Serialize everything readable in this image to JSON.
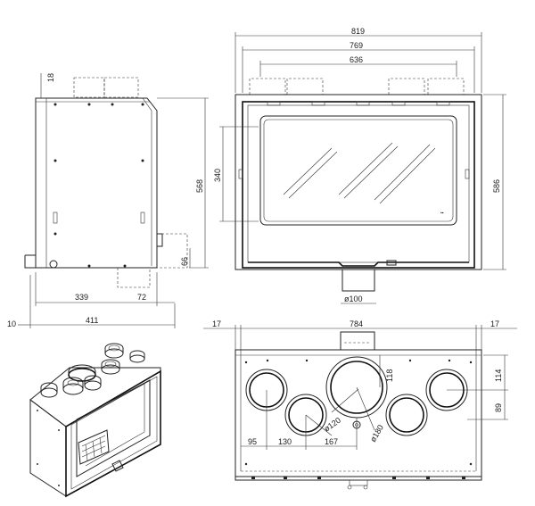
{
  "side_view": {
    "dims": {
      "top_offset": "18",
      "height": "568",
      "depth": "339",
      "outlet": "72",
      "base": "66",
      "total_depth": "411",
      "rear_gap": "10"
    }
  },
  "front_view": {
    "dims": {
      "width_outer": "819",
      "width_mid": "769",
      "width_inner": "636",
      "height_outer": "586",
      "glass_height": "340",
      "diameter_bottom": "ø100"
    }
  },
  "top_view": {
    "dims": {
      "width": "784",
      "left_margin": "17",
      "right_margin": "17",
      "right_offset": "114",
      "right_offset2": "89",
      "center_offset": "118",
      "d1": "95",
      "d2": "130",
      "d3": "167",
      "diameter_small": "ø120",
      "diameter_large": "ø180"
    }
  }
}
